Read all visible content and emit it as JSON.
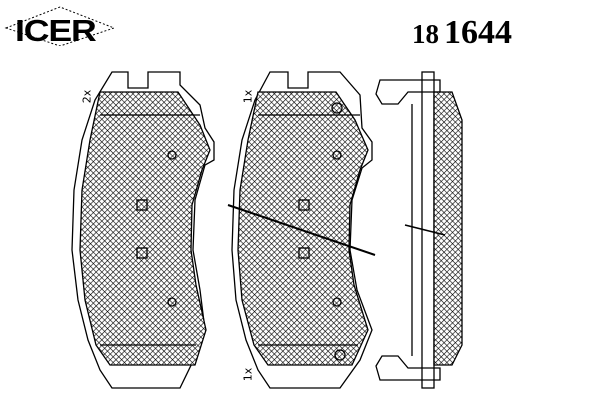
{
  "brand": {
    "name": "ICER"
  },
  "part_number": {
    "prefix": "18",
    "number": "1644"
  },
  "quantities": {
    "pad_left": "2x",
    "pad_middle_top": "1x",
    "pad_middle_bottom": "1x"
  },
  "colors": {
    "line": "#000000",
    "background": "#ffffff"
  }
}
